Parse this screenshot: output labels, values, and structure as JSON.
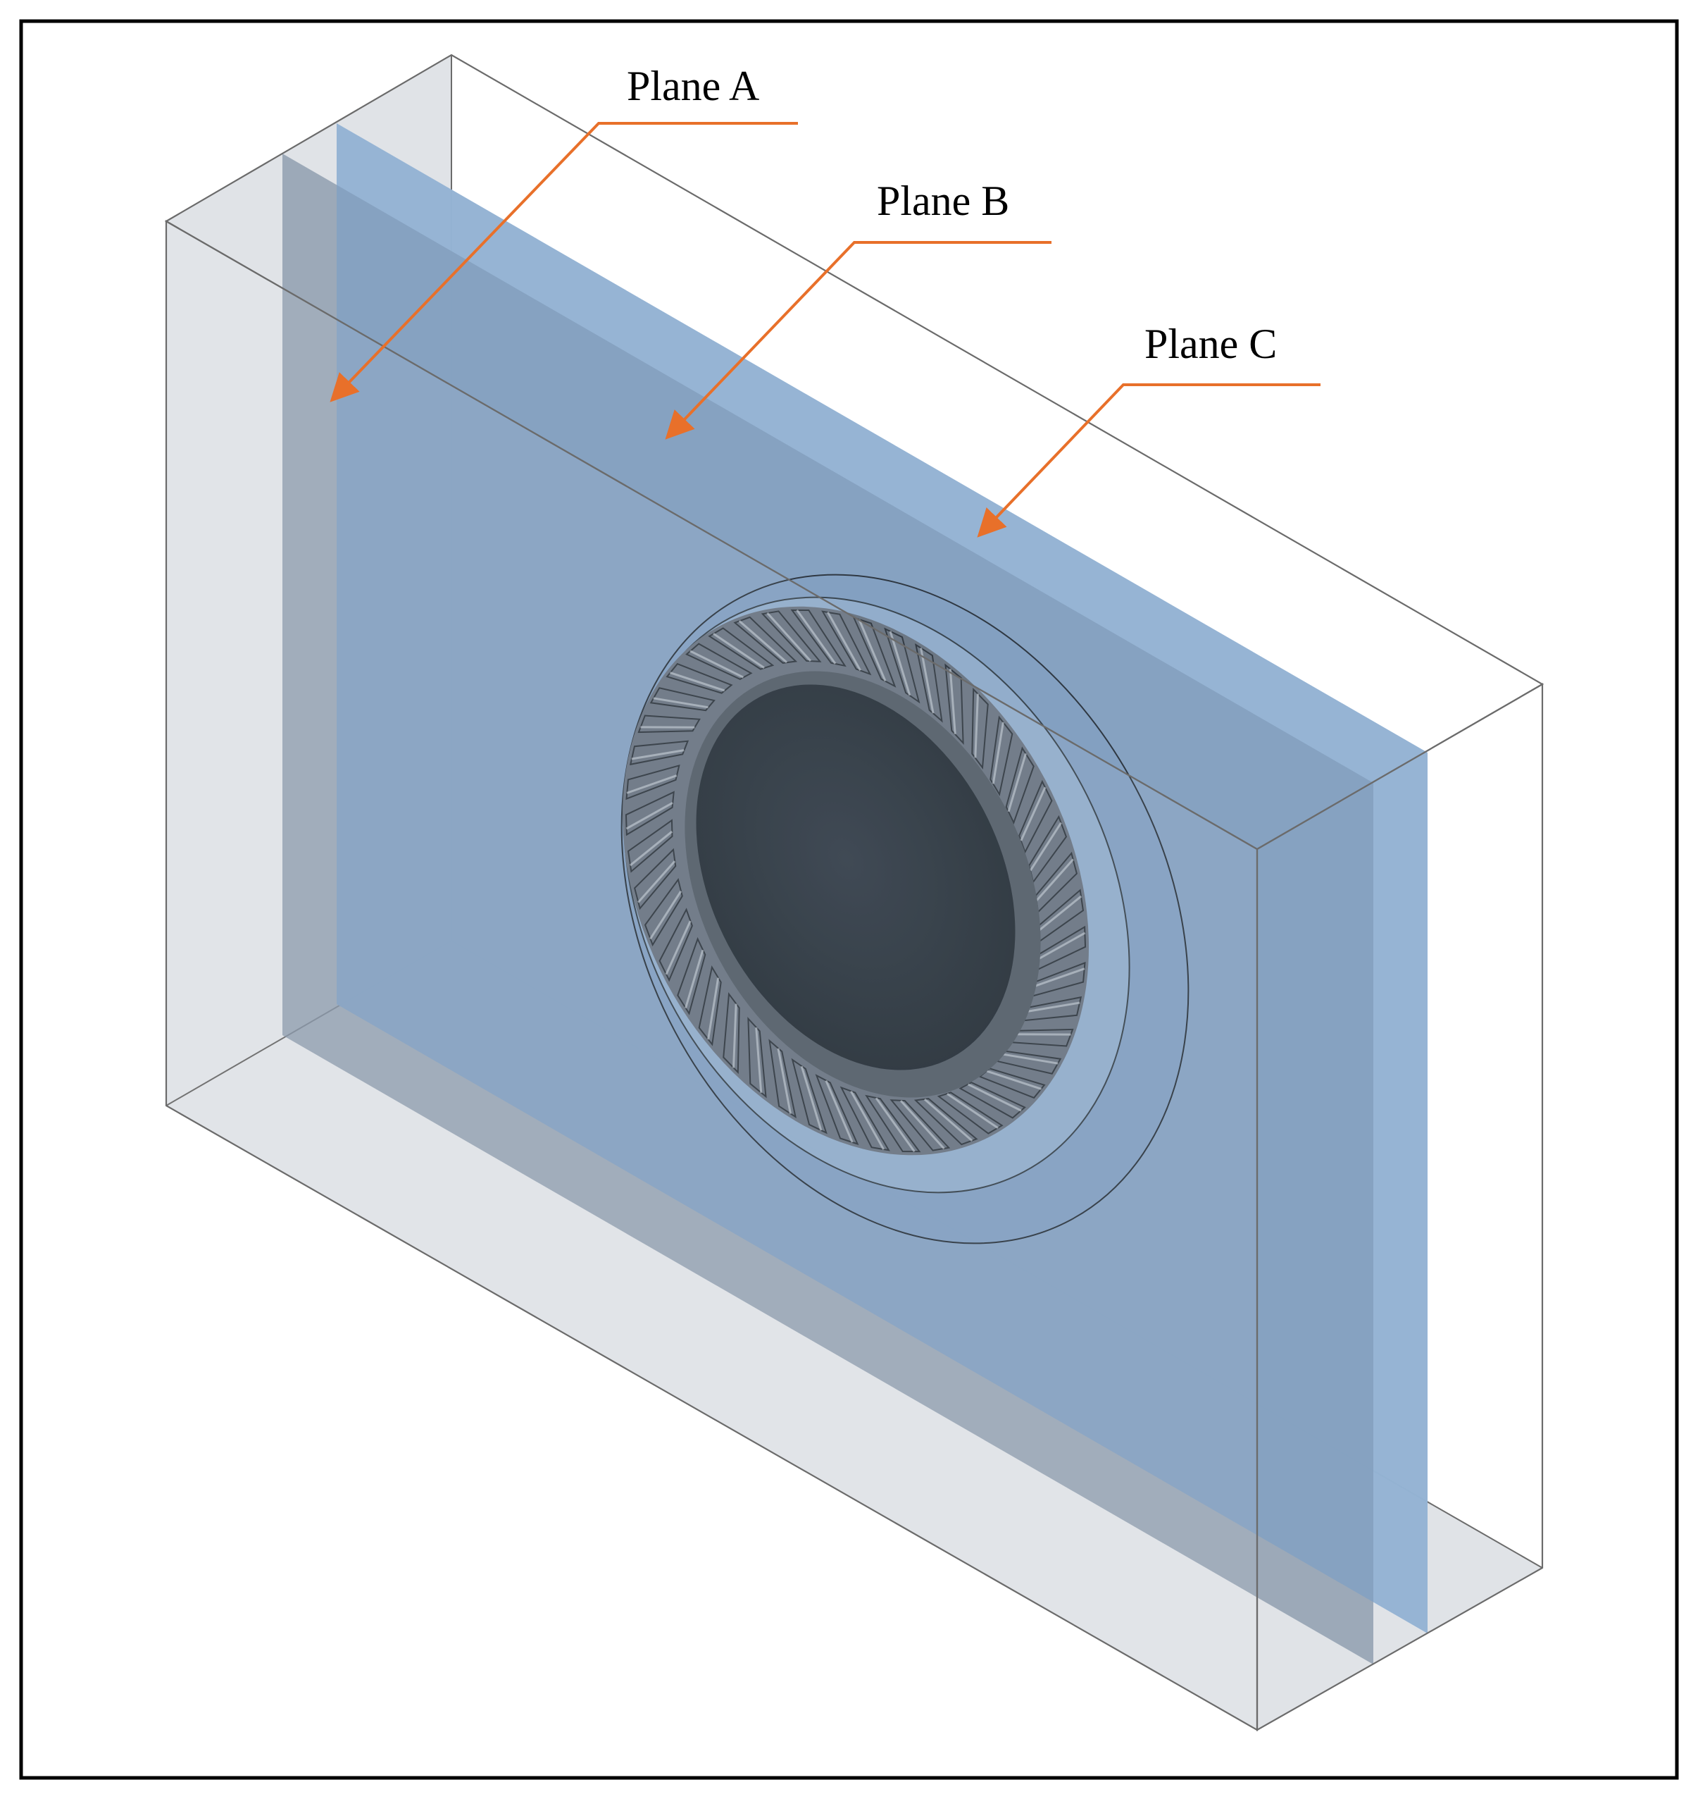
{
  "labels": {
    "plane_a": "Plane A",
    "plane_b": "Plane B",
    "plane_c": "Plane C"
  },
  "colors": {
    "frame": "#000000",
    "box_edge": "#6b6b6b",
    "box_fill": "#c6ccd3",
    "plane_a_fill": "#8696a8",
    "plane_b_fill": "#7f9fc3",
    "plane_c_fill": "#c9e3fb",
    "arrow": "#e8702a",
    "gear_teeth": "#6c7784",
    "gear_tooth_edge": "#333b44",
    "gear_hub": "#2f3842"
  }
}
